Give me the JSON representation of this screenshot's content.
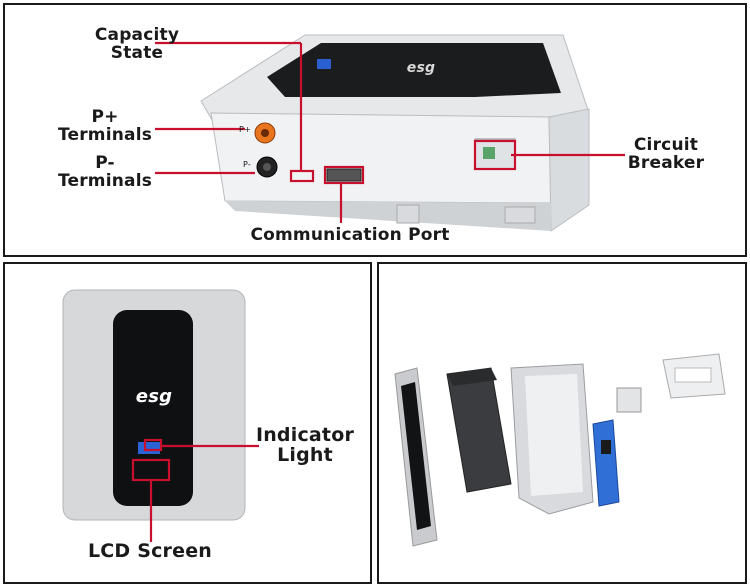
{
  "brand": "esg",
  "top_panel": {
    "labels": {
      "capacity_state": [
        "Capacity",
        "State"
      ],
      "p_plus_terminals": [
        "P+",
        "Terminals"
      ],
      "p_minus_terminals": [
        "P-",
        "Terminals"
      ],
      "circuit_breaker": [
        "Circuit",
        "Breaker"
      ],
      "communication_port": "Communication Port"
    },
    "terminal_marks": {
      "p_plus": "P+",
      "p_minus": "P-"
    }
  },
  "bottom_left_panel": {
    "labels": {
      "indicator_light": [
        "Indicator",
        "Light"
      ],
      "lcd_screen": "LCD Screen"
    }
  },
  "colors": {
    "callout_red": "#c8102e",
    "border": "#1a1a1a",
    "orange_terminal": "#e8741e"
  }
}
